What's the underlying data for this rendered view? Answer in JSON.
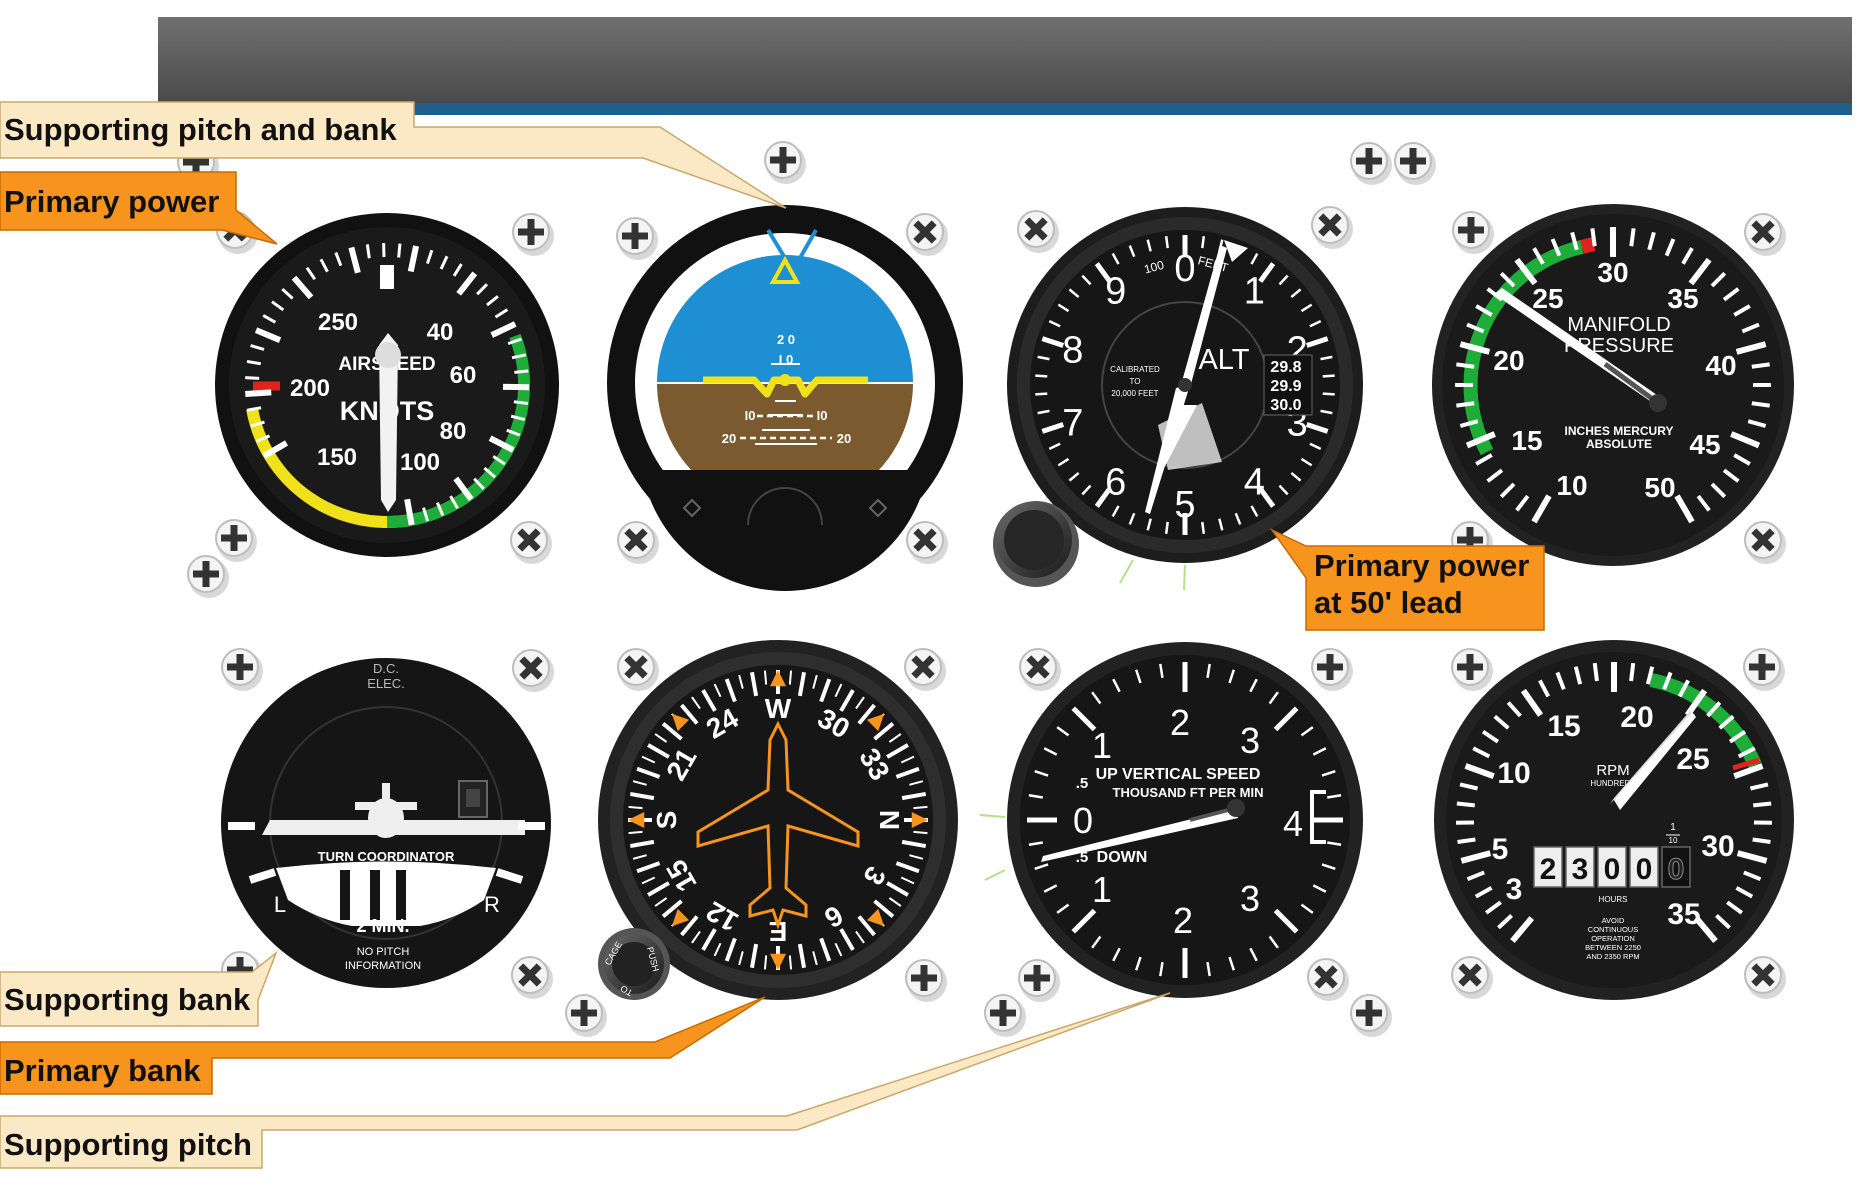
{
  "callouts": {
    "supporting_pitch_bank": "Supporting pitch and bank",
    "primary_power": "Primary power",
    "primary_power_lead_1": "Primary power",
    "primary_power_lead_2": "at 50' lead",
    "supporting_bank": "Supporting bank",
    "primary_bank": "Primary bank",
    "supporting_pitch": "Supporting pitch"
  },
  "colors": {
    "header_bar": "#565656",
    "header_accent": "#1e5f8e",
    "primary_callout": "#f7941d",
    "supporting_callout": "#fbe8c4",
    "gauge_face": "#1a1a1a",
    "green_arc": "#1fad3a",
    "yellow_arc": "#f0e11b",
    "red_mark": "#e0241b",
    "sky": "#1f8fd4",
    "ground": "#7a5a2e",
    "heading_marks": "#f7941d"
  },
  "airspeed": {
    "title_1": "AIRSPEED",
    "title_2": "KNOTS",
    "ticks": [
      "250",
      "40",
      "60",
      "200",
      "80",
      "150",
      "100"
    ]
  },
  "attitude": {
    "pitch_up_1": "2   0",
    "pitch_up_2": "I   0",
    "pitch_left_10": "I0",
    "pitch_right_10": "I0",
    "pitch_left_20": "20",
    "pitch_right_20": "20"
  },
  "altimeter": {
    "title": "ALT",
    "numbers": [
      "0",
      "1",
      "2",
      "3",
      "4",
      "5",
      "6",
      "7",
      "8",
      "9"
    ],
    "hundred": "100",
    "feet": "FEET",
    "cal_1": "CALIBRATED",
    "cal_2": "TO",
    "cal_3": "20,000 FEET",
    "baro_1": "29.8",
    "baro_2": "29.9",
    "baro_3": "30.0"
  },
  "manifold": {
    "title_1": "MANIFOLD",
    "title_2": "PRESSURE",
    "sub_1": "INCHES MERCURY",
    "sub_2": "ABSOLUTE",
    "numbers": [
      "30",
      "25",
      "35",
      "20",
      "40",
      "15",
      "45",
      "10",
      "50"
    ]
  },
  "turn_coordinator": {
    "dc_1": "D.C.",
    "dc_2": "ELEC.",
    "title": "TURN COORDINATOR",
    "left": "L",
    "right": "R",
    "min": "2  MIN.",
    "no_pitch_1": "NO  PITCH",
    "no_pitch_2": "INFORMATION"
  },
  "heading": {
    "labels": [
      "W",
      "24",
      "30",
      "21",
      "33",
      "S",
      "N",
      "15",
      "3",
      "12",
      "6",
      "E"
    ],
    "knob_1": "CAGE",
    "knob_2": "PUSH",
    "knob_3": "TO"
  },
  "vsi": {
    "up": "UP VERTICAL SPEED",
    "thousand": "THOUSAND FT PER MIN",
    "down": "DOWN",
    "half_up": ".5",
    "half_down": ".5",
    "numbers": [
      "1",
      "2",
      "3",
      "0",
      "4",
      "1",
      "2",
      "3"
    ]
  },
  "tachometer": {
    "rpm": "RPM",
    "hundreds": "HUNDREDS",
    "numbers": [
      "15",
      "20",
      "10",
      "25",
      "5",
      "30",
      "3",
      "35"
    ],
    "tenths": "1",
    "tenths_den": "10",
    "counter": [
      "2",
      "3",
      "0",
      "0",
      "0"
    ],
    "hours": "HOURS",
    "avoid": [
      "AVOID",
      "CONTINUOUS",
      "OPERATION",
      "BETWEEN 2250",
      "AND 2350 RPM"
    ]
  }
}
